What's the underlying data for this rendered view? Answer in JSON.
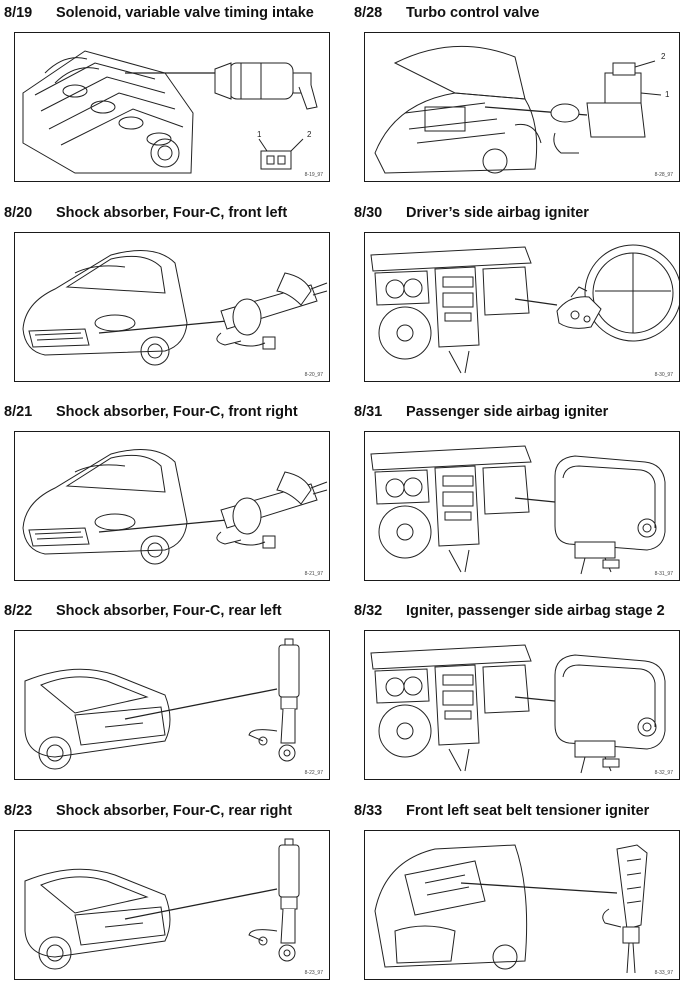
{
  "items": [
    {
      "code": "8/19",
      "title": "Solenoid, variable valve timing intake",
      "figure_id": "8-19_97",
      "scene": "engine",
      "part": "solenoid",
      "callouts": [
        "1",
        "2"
      ]
    },
    {
      "code": "8/28",
      "title": "Turbo control valve",
      "figure_id": "8-28_97",
      "scene": "engine-bay",
      "part": "valve",
      "callouts": [
        "2",
        "1"
      ]
    },
    {
      "code": "8/20",
      "title": "Shock absorber, Four-C, front left",
      "figure_id": "8-20_97",
      "scene": "car-front",
      "part": "strut",
      "callouts": []
    },
    {
      "code": "8/30",
      "title": "Driver’s side airbag igniter",
      "figure_id": "8-30_97",
      "scene": "dashboard",
      "part": "steering-airbag",
      "callouts": []
    },
    {
      "code": "8/21",
      "title": "Shock absorber, Four-C, front right",
      "figure_id": "8-21_97",
      "scene": "car-front",
      "part": "strut",
      "callouts": []
    },
    {
      "code": "8/31",
      "title": "Passenger side airbag igniter",
      "figure_id": "8-31_97",
      "scene": "dashboard",
      "part": "airbag-module",
      "callouts": []
    },
    {
      "code": "8/22",
      "title": "Shock absorber, Four-C, rear left",
      "figure_id": "8-22_97",
      "scene": "car-rear",
      "part": "rear-shock",
      "callouts": []
    },
    {
      "code": "8/32",
      "title": "Igniter, passenger side airbag stage 2",
      "figure_id": "8-32_97",
      "scene": "dashboard",
      "part": "airbag-module",
      "callouts": []
    },
    {
      "code": "8/23",
      "title": "Shock absorber, Four-C, rear right",
      "figure_id": "8-23_97",
      "scene": "car-rear",
      "part": "rear-shock",
      "callouts": []
    },
    {
      "code": "8/33",
      "title": "Front left seat belt tensioner igniter",
      "figure_id": "8-33_97",
      "scene": "car-interior",
      "part": "tensioner",
      "callouts": []
    }
  ]
}
